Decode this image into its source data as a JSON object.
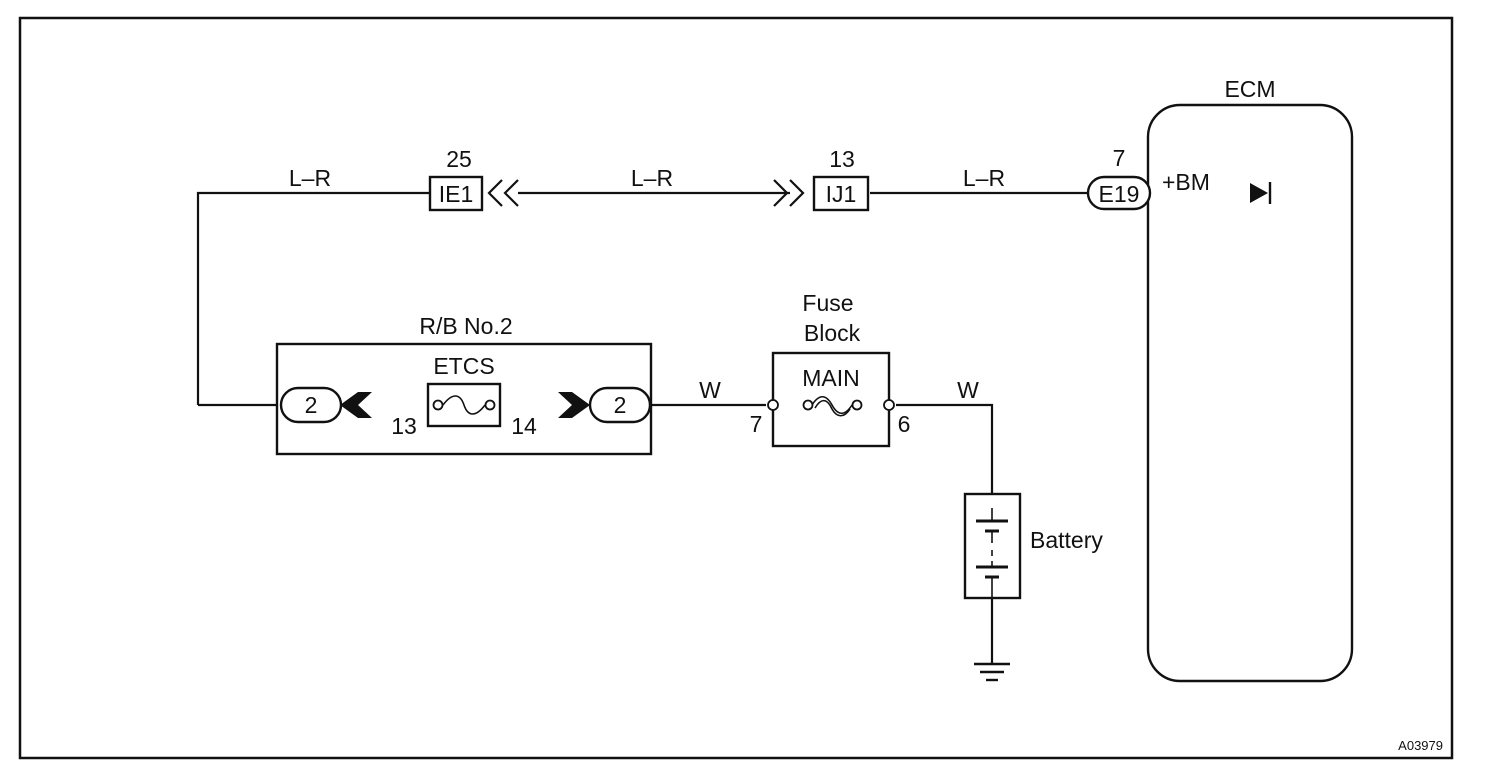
{
  "ecm": {
    "label": "ECM",
    "connector": "E19",
    "pin": "7",
    "terminal": "+BM"
  },
  "wires": {
    "top_left": "L–R",
    "top_middle": "L–R",
    "top_right": "L–R",
    "rb_to_fuse": "W",
    "fuse_to_battery": "W"
  },
  "connector_ie1": {
    "label": "IE1",
    "pin": "25"
  },
  "connector_ij1": {
    "label": "IJ1",
    "pin": "13"
  },
  "relay_block": {
    "label": "R/B No.2",
    "fuse": "ETCS",
    "left_connector": "2",
    "right_connector": "2",
    "left_pin": "13",
    "right_pin": "14"
  },
  "fuse_block": {
    "label_line1": "Fuse",
    "label_line2": "Block",
    "fuse": "MAIN",
    "left_pin": "7",
    "right_pin": "6"
  },
  "battery": {
    "label": "Battery"
  },
  "figure_code": "A03979"
}
